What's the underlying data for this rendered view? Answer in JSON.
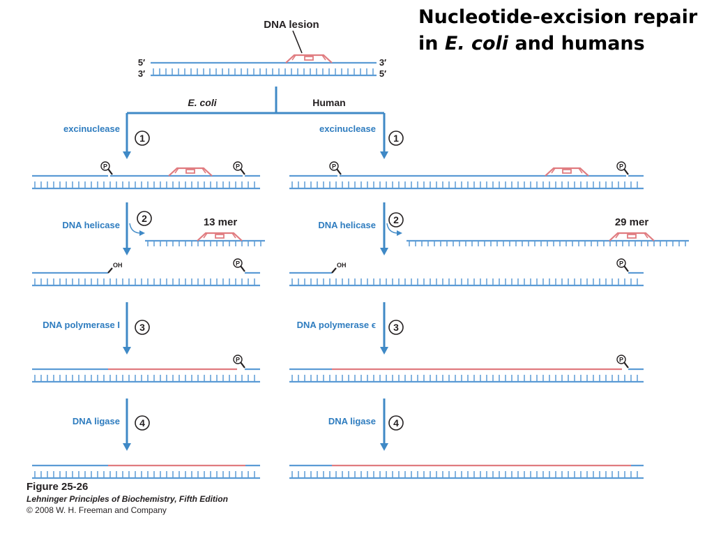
{
  "title": {
    "part1": "Nucleotide-excision repair in ",
    "organism": "E. coli",
    "part2": " and humans"
  },
  "top": {
    "lesion_label": "DNA lesion",
    "end_5": "5′",
    "end_3": "3′"
  },
  "branches": {
    "ecoli": "E. coli",
    "human": "Human"
  },
  "ecoli_steps": [
    {
      "number": "1",
      "enzyme": "excinuclease"
    },
    {
      "number": "2",
      "enzyme": "DNA helicase",
      "fragment": "13 mer"
    },
    {
      "number": "3",
      "enzyme": "DNA polymerase I"
    },
    {
      "number": "4",
      "enzyme": "DNA ligase"
    }
  ],
  "human_steps": [
    {
      "number": "1",
      "enzyme": "excinuclease"
    },
    {
      "number": "2",
      "enzyme": "DNA helicase",
      "fragment": "29 mer"
    },
    {
      "number": "3",
      "enzyme": "DNA polymerase ϵ"
    },
    {
      "number": "4",
      "enzyme": "DNA ligase"
    }
  ],
  "markers": {
    "phosphate": "P",
    "hydroxyl": "OH"
  },
  "caption": {
    "figure": "Figure 25-26",
    "book": "Lehninger Principles of Biochemistry, Fifth Edition",
    "copyright": "© 2008 W. H. Freeman and Company"
  },
  "colors": {
    "dna_strand": "#5b9bd5",
    "repair_strand": "#e07b7f",
    "arrow": "#3f89c6",
    "enzyme_text": "#2e7cbf",
    "text": "#231f20"
  }
}
